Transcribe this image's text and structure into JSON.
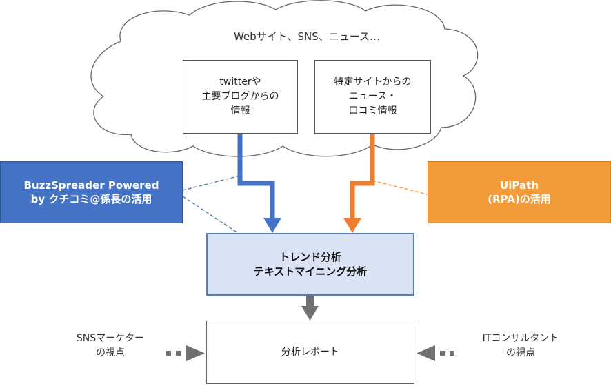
{
  "cloud": {
    "label": "Webサイト、SNS、ニュース…"
  },
  "sources": [
    {
      "lines": [
        "twitterや",
        "主要ブログからの",
        "情報"
      ]
    },
    {
      "lines": [
        "特定サイトからの",
        "ニュース・",
        "口コミ情報"
      ]
    }
  ],
  "tools": {
    "left": {
      "lines": [
        "BuzzSpreader Powered",
        "by クチコミ@係長の活用"
      ]
    },
    "right": {
      "lines": [
        "UiPath",
        "(RPA)の活用"
      ]
    }
  },
  "analysis": {
    "lines": [
      "トレンド分析",
      "テキストマイニング分析"
    ]
  },
  "report": {
    "label": "分析レポート"
  },
  "perspectives": {
    "left": {
      "lines": [
        "SNSマーケター",
        "の視点"
      ]
    },
    "right": {
      "lines": [
        "ITコンサルタント",
        "の視点"
      ]
    }
  },
  "colors": {
    "blue": "#4472c4",
    "orange": "#f39a3a",
    "analysis_fill": "#dae3f3",
    "gray_arrow": "#707070"
  }
}
